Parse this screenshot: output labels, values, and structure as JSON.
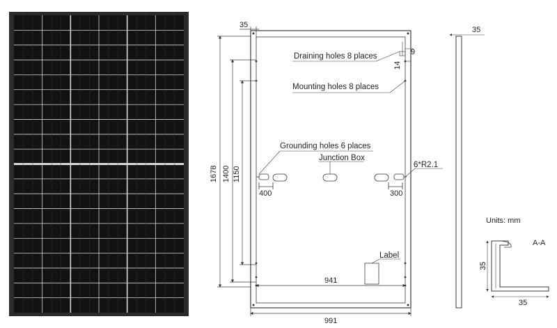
{
  "labels": {
    "draining_holes": "Draining holes 8 places",
    "mounting_holes": "Mounting holes 8 places",
    "grounding_holes": "Grounding holes 6 places",
    "junction_box": "Junction Box",
    "radius": "6*R2.1",
    "label": "Label",
    "units": "Units: mm",
    "section": "A-A"
  },
  "dimensions": {
    "frame_top": "35",
    "side_thickness": "35",
    "hole_offset_9": "9",
    "hole_offset_14": "14",
    "height_1678": "1678",
    "height_1400": "1400",
    "height_1150": "1150",
    "grounding_400": "400",
    "grounding_300": "300",
    "width_941": "941",
    "width_991": "991",
    "section_height": "35",
    "section_width": "35"
  },
  "colors": {
    "frame": "#2b2b2b",
    "cell": "#141414",
    "cell_grid": "#d8d8d8",
    "line": "#3a3a3a"
  }
}
